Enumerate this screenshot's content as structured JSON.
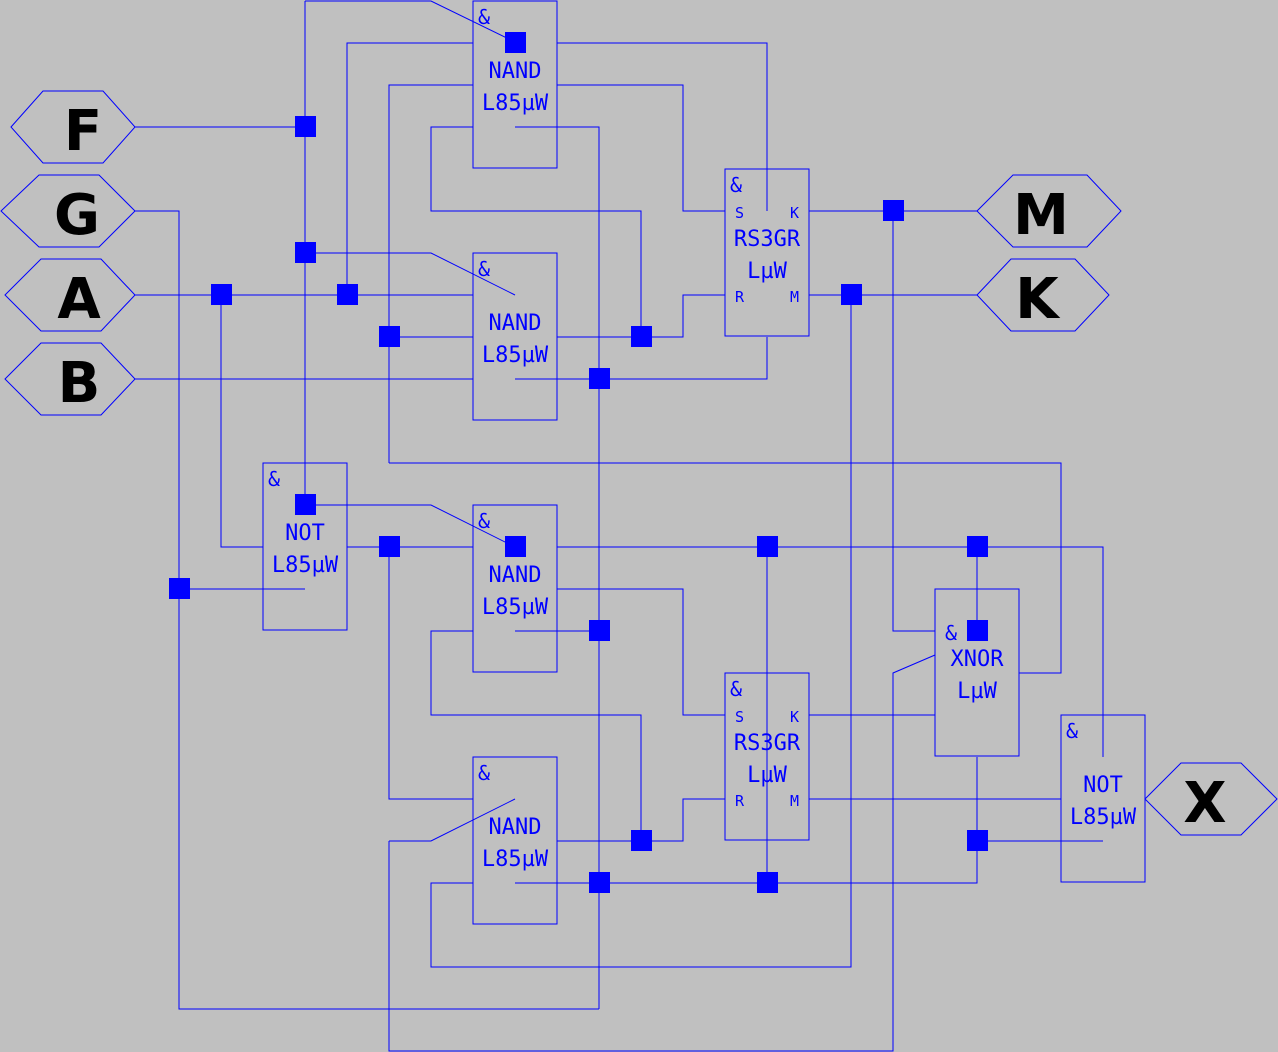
{
  "colors": {
    "background": "#c0c0c0",
    "wire": "#0000ff",
    "node": "#0000ff",
    "port_text": "#000000"
  },
  "ports": {
    "F": "F",
    "G": "G",
    "A": "A",
    "B": "B",
    "M": "M",
    "K": "K",
    "X": "X"
  },
  "gates": {
    "nand1": {
      "symbol": "&",
      "type": "NAND",
      "power": "L85µW"
    },
    "nand2": {
      "symbol": "&",
      "type": "NAND",
      "power": "L85µW"
    },
    "not1": {
      "symbol": "&",
      "type": "NOT",
      "power": "L85µW"
    },
    "nand3": {
      "symbol": "&",
      "type": "NAND",
      "power": "L85µW"
    },
    "nand4": {
      "symbol": "&",
      "type": "NAND",
      "power": "L85µW"
    },
    "rs1": {
      "symbol": "&",
      "type": "RS3GR",
      "power": "LµW",
      "pin_s": "S",
      "pin_k": "K",
      "pin_r": "R",
      "pin_m": "M"
    },
    "rs2": {
      "symbol": "&",
      "type": "RS3GR",
      "power": "LµW",
      "pin_s": "S",
      "pin_k": "K",
      "pin_r": "R",
      "pin_m": "M"
    },
    "xnor": {
      "symbol": "&",
      "type": "XNOR",
      "power": "LµW"
    },
    "not2": {
      "symbol": "&",
      "type": "NOT",
      "power": "L85µW"
    }
  }
}
